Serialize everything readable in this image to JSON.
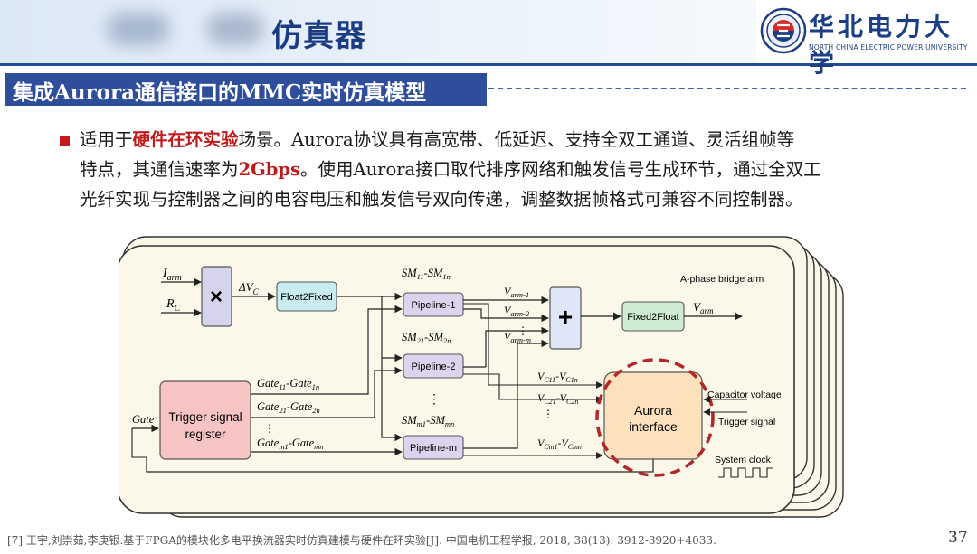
{
  "header": {
    "title_suffix": "仿真器"
  },
  "university": {
    "name_cn": "华北电力大学",
    "name_en": "NORTH CHINA ELECTRIC POWER UNIVERSITY"
  },
  "section": {
    "title": "集成Aurora通信接口的MMC实时仿真模型"
  },
  "body": {
    "line1_a": "适用于",
    "line1_red": "硬件在环实验",
    "line1_b": "场景。Aurora协议具有高宽带、低延迟、支持全双工通道、灵活组帧等",
    "line2_a": "特点，其通信速率为",
    "line2_red": "2Gbps",
    "line2_b": "。使用Aurora接口取代排序网络和触发信号生成环节，通过全双工",
    "line3": "光纤实现与控制器之间的电容电压和触发信号双向传递，调整数据帧格式可兼容不同控制器。"
  },
  "diagram": {
    "i_arm": "I",
    "i_arm_sub": "arm",
    "r_c": "R",
    "r_c_sub": "C",
    "multiply": "×",
    "delta_vc": "ΔV",
    "delta_vc_sub": "C",
    "float2fixed": "Float2Fixed",
    "sm1": "SM",
    "sm1_s1": "11",
    "sm1_mid": "-SM",
    "sm1_s2": "1n",
    "sm2": "SM",
    "sm2_s1": "21",
    "sm2_mid": "-SM",
    "sm2_s2": "2n",
    "smm": "SM",
    "smm_s1": "m1",
    "smm_mid": "-SM",
    "smm_s2": "mn",
    "pipeline1": "Pipeline-1",
    "pipeline2": "Pipeline-2",
    "pipelinem": "Pipeline-m",
    "varm1": "V",
    "varm1_sub": "arm-1",
    "varm2": "V",
    "varm2_sub": "arm-2",
    "varmm": "V",
    "varmm_sub": "arm-m",
    "plus": "+",
    "fixed2float": "Fixed2Float",
    "varm": "V",
    "varm_sub": "arm",
    "phase_label": "A-phase bridge arm",
    "gate1": "Gate",
    "gate1_s1": "11",
    "gate1_mid": "-Gate",
    "gate1_s2": "1n",
    "gate2": "Gate",
    "gate2_s1": "21",
    "gate2_mid": "-Gate",
    "gate2_s2": "2n",
    "gatem": "Gate",
    "gatem_s1": "m1",
    "gatem_mid": "-Gate",
    "gatem_s2": "mn",
    "gate_in": "Gate",
    "trigger_l1": "Trigger signal",
    "trigger_l2": "register",
    "vc1": "V",
    "vc1_s1": "C11",
    "vc1_mid": "-V",
    "vc1_s2": "C1n",
    "vc2": "V",
    "vc2_s1": "C21",
    "vc2_mid": "-V",
    "vc2_s2": "C2n",
    "vcm": "V",
    "vcm_s1": "Cm1",
    "vcm_mid": "-V",
    "vcm_s2": "Cmn",
    "aurora_l1": "Aurora",
    "aurora_l2": "interface",
    "cap_voltage": "Capacitor voltage",
    "trigger_signal": "Trigger signal",
    "system_clock": "System clock",
    "dots": "⋮"
  },
  "footer": {
    "reference": "[7] 王宇,刘崇茹,李庚银.基于FPGA的模块化多电平换流器实时仿真建模与硬件在环实验[J]. 中国电机工程学报, 2018, 38(13): 3912-3920+4033.",
    "page": "37"
  },
  "colors": {
    "brand_blue": "#2e4d9b",
    "accent_red": "#c01919",
    "aurora_fill": "#fde1bd",
    "trigger_fill": "#f7c4c4"
  }
}
